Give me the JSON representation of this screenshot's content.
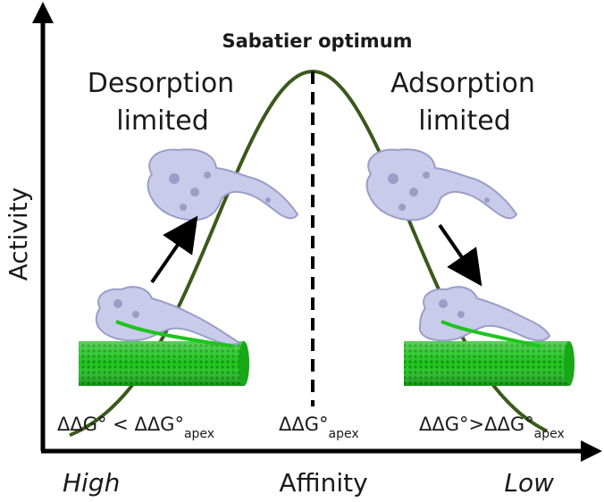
{
  "title": "Sabatier optimum",
  "left_regime": {
    "line1": "Desorption",
    "line2": "limited"
  },
  "right_regime": {
    "line1": "Adsorption",
    "line2": "limited"
  },
  "y_axis_label": "Activity",
  "x_axis": {
    "label": "Affinity",
    "left_end": "High",
    "right_end": "Low"
  },
  "conditions": {
    "left": {
      "main": "ΔΔG° < ΔΔG°",
      "sub": "apex"
    },
    "center": {
      "main": "ΔΔG°",
      "sub": "apex"
    },
    "right": {
      "main": "ΔΔG°>ΔΔG°",
      "sub": "apex"
    }
  },
  "colors": {
    "curve": "#3a5a1c",
    "axis": "#000000",
    "protein": "#c9cbea",
    "protein_shade": "#9a9dc8",
    "filament": "#1ec41e",
    "filament_dark": "#0e8f0e"
  }
}
